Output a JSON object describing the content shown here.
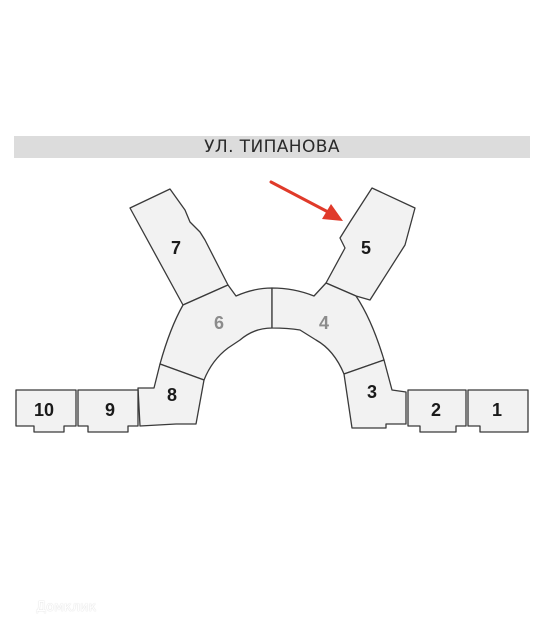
{
  "street": {
    "name": "УЛ. ТИПАНОВА"
  },
  "buildings": [
    {
      "id": "1",
      "label": "1"
    },
    {
      "id": "2",
      "label": "2"
    },
    {
      "id": "3",
      "label": "3"
    },
    {
      "id": "4",
      "label": "4"
    },
    {
      "id": "5",
      "label": "5"
    },
    {
      "id": "6",
      "label": "6"
    },
    {
      "id": "7",
      "label": "7"
    },
    {
      "id": "8",
      "label": "8"
    },
    {
      "id": "9",
      "label": "9"
    },
    {
      "id": "10",
      "label": "10"
    }
  ],
  "marker": {
    "icon": "arrow-icon",
    "color": "#e03a2a",
    "target_building": "5"
  },
  "watermark": {
    "icon": "house-logo-icon",
    "text": "Домклик"
  },
  "colors": {
    "building_fill": "#f2f2f2",
    "building_stroke": "#3a3a3a",
    "street_band": "#dcdcdc"
  }
}
